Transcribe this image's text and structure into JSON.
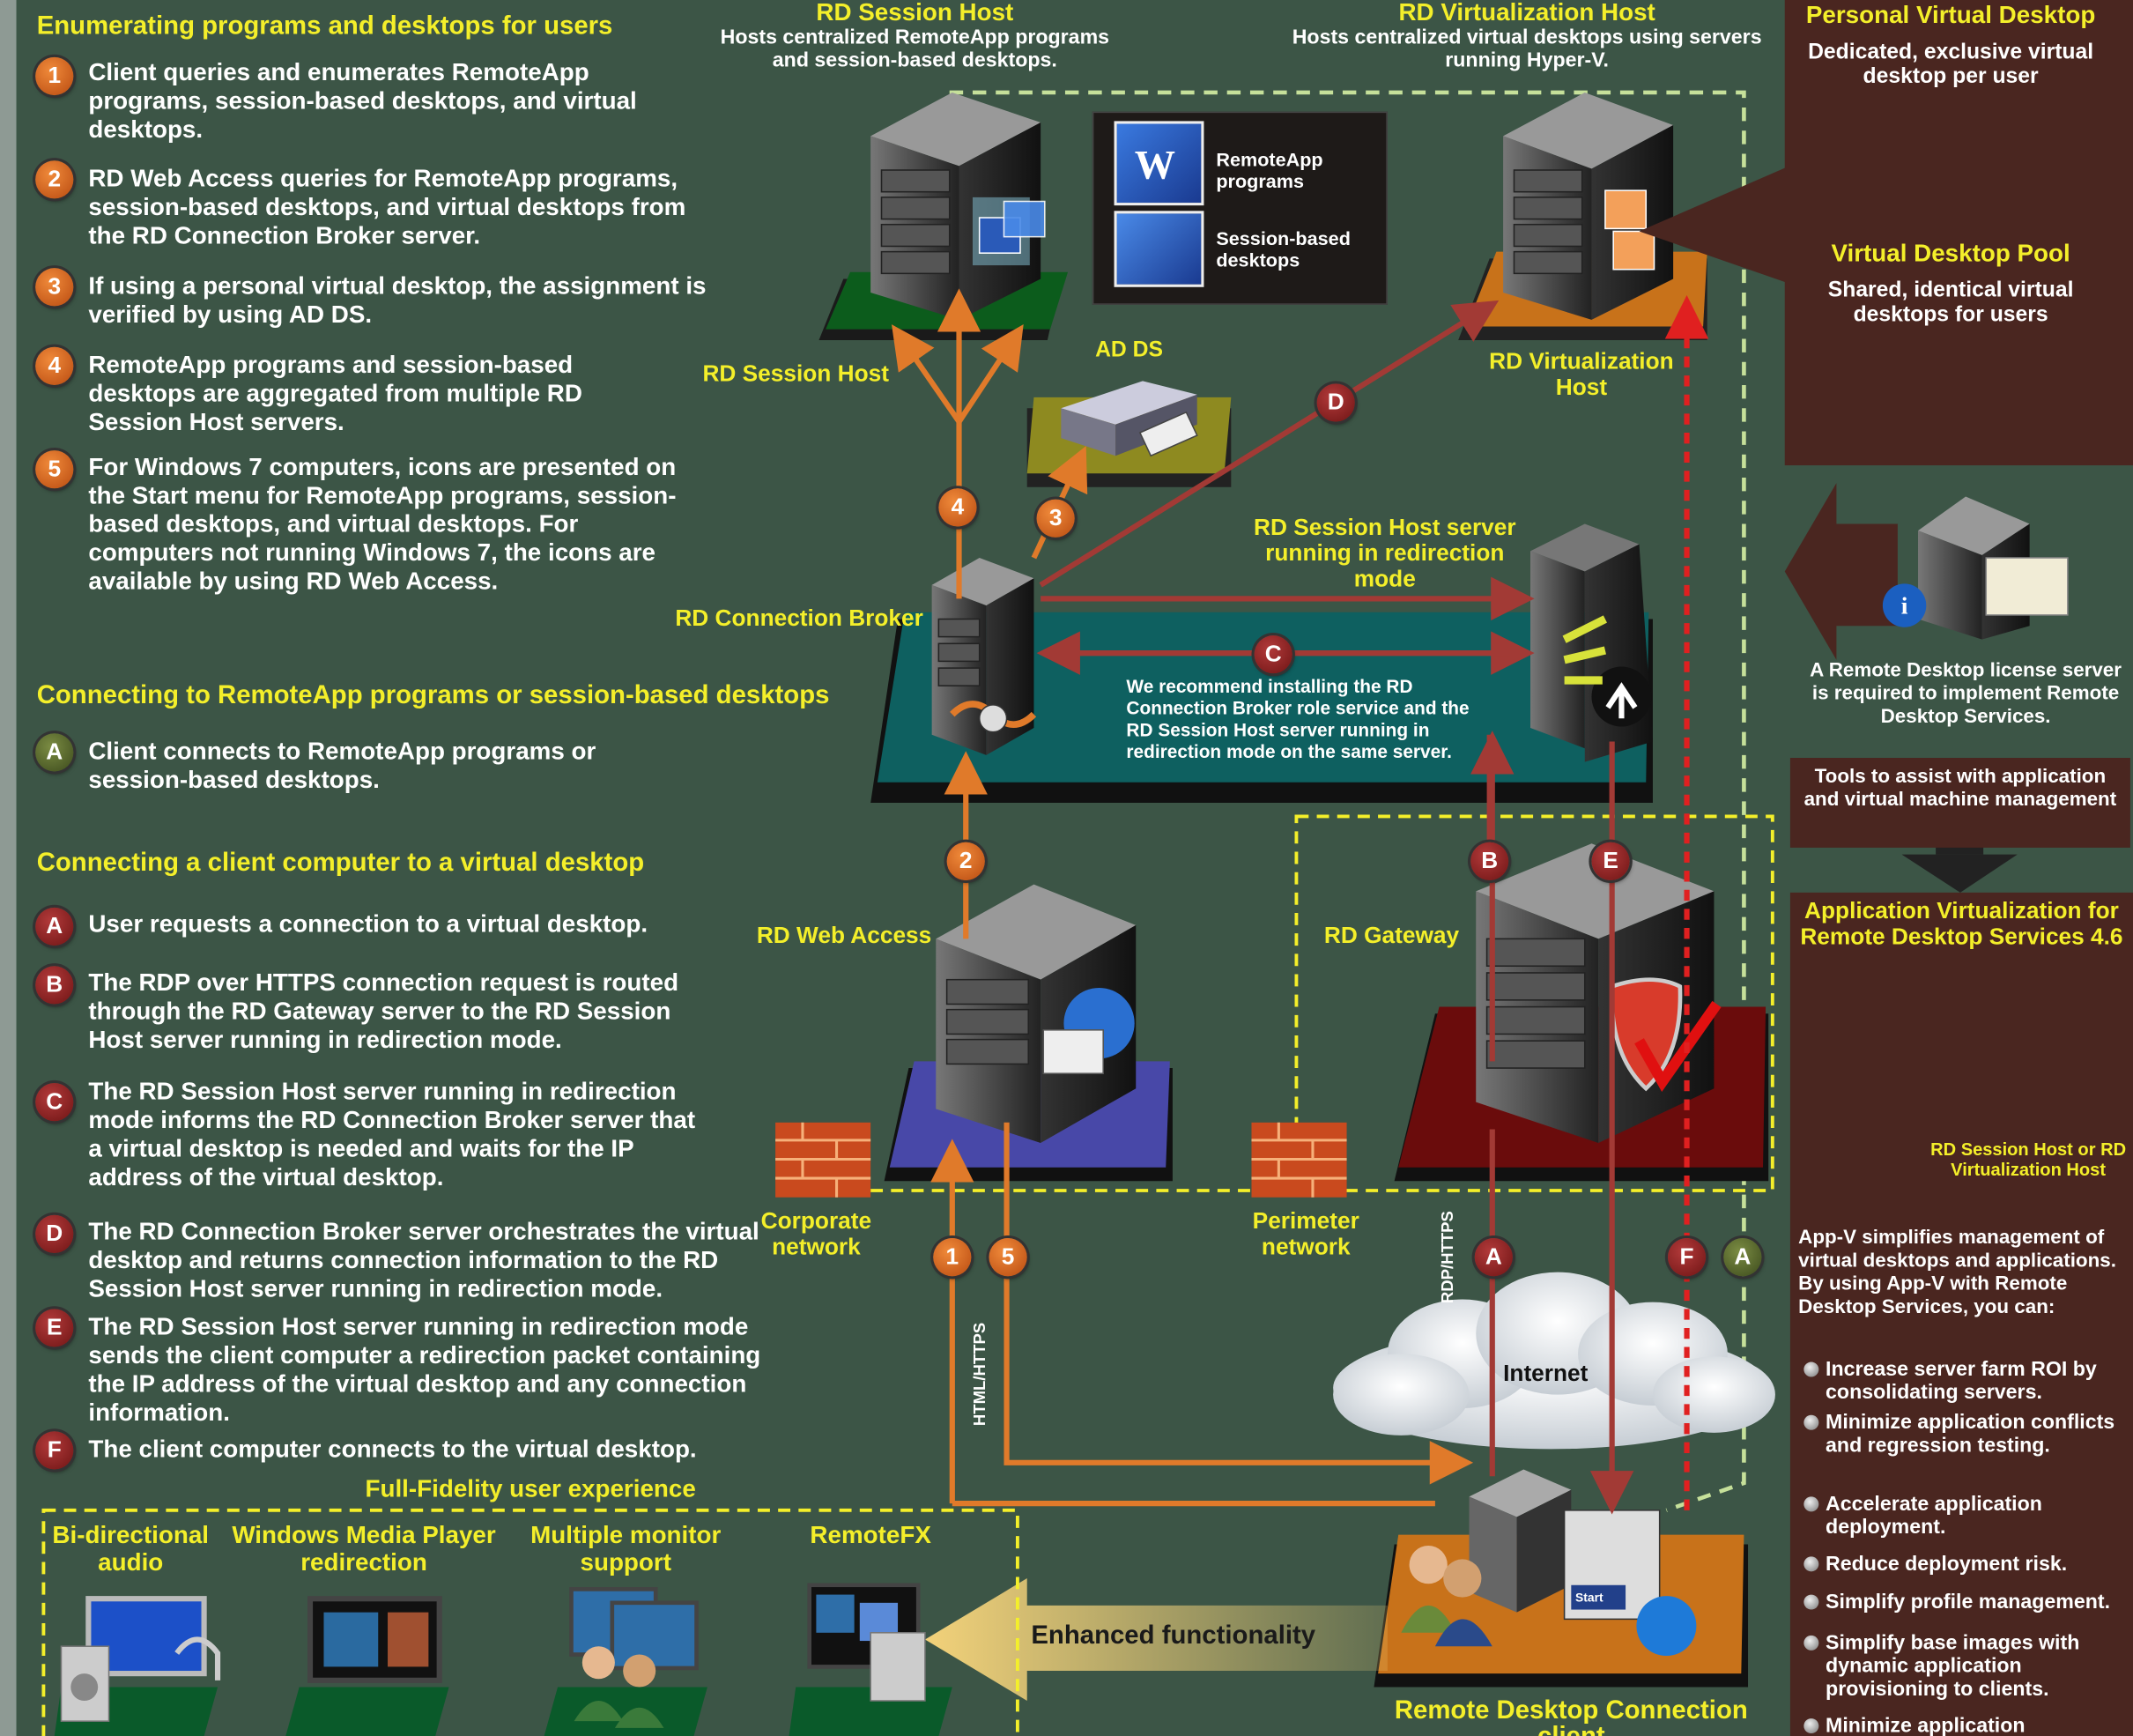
{
  "left": {
    "enum_header": "Enumerating programs and desktops for users",
    "enum_steps": [
      {
        "num": "1",
        "text": "Client queries and enumerates RemoteApp programs, session-based desktops, and virtual desktops."
      },
      {
        "num": "2",
        "text": "RD Web Access queries for RemoteApp programs, session-based desktops, and virtual desktops from the RD Connection Broker server."
      },
      {
        "num": "3",
        "text": "If using a personal virtual desktop, the assignment is verified by using AD DS."
      },
      {
        "num": "4",
        "text": "RemoteApp programs and session-based desktops are aggregated from multiple RD Session Host servers."
      },
      {
        "num": "5",
        "text": "For Windows 7 computers, icons are presented on the Start menu for RemoteApp programs, session-based desktops, and virtual desktops. For computers not running Windows 7, the icons are available by using RD Web Access."
      }
    ],
    "remoteapp_header": "Connecting to RemoteApp programs or session-based desktops",
    "remoteapp_step": {
      "num": "A",
      "text": "Client connects to RemoteApp programs or session-based desktops."
    },
    "vd_header": "Connecting a client computer to a virtual desktop",
    "vd_steps": [
      {
        "num": "A",
        "text": "User requests a connection to a virtual desktop."
      },
      {
        "num": "B",
        "text": "The RDP over HTTPS connection request is routed through the RD Gateway server to the RD Session Host server running in redirection mode."
      },
      {
        "num": "C",
        "text": "The RD Session Host server running in redirection mode informs the RD Connection Broker server that a virtual desktop is needed and waits for the IP address of the virtual desktop."
      },
      {
        "num": "D",
        "text": "The RD Connection Broker server orchestrates the virtual desktop and returns connection information to the RD Session Host server running in redirection mode."
      },
      {
        "num": "E",
        "text": "The RD Session Host server running in redirection mode sends the client computer a redirection packet containing the IP address of the virtual desktop and any connection information."
      },
      {
        "num": "F",
        "text": "The client computer connects to the virtual desktop."
      }
    ]
  },
  "fullfidelity": {
    "title": "Full-Fidelity user experience",
    "features": [
      "Bi-directional audio",
      "Windows Media Player redirection",
      "Multiple monitor support",
      "RemoteFX"
    ],
    "enhanced": "Enhanced functionality"
  },
  "diagram": {
    "session_host_top_title": "RD Session Host",
    "session_host_top_desc": "Hosts centralized RemoteApp programs and session-based desktops.",
    "virtualization_top_title": "RD Virtualization Host",
    "virtualization_top_desc": "Hosts centralized virtual desktops using servers running Hyper-V.",
    "remoteapp_programs": "RemoteApp programs",
    "session_based_desktops": "Session-based desktops",
    "session_host_label": "RD Session Host",
    "ad_ds_label": "AD DS",
    "virtualization_label": "RD Virtualization Host",
    "connection_broker_label": "RD Connection Broker",
    "redirection_label": "RD Session Host server running in redirection mode",
    "recommend_note": "We recommend installing the RD Connection Broker role service and the RD Session Host server running in redirection mode on the same server.",
    "web_access_label": "RD Web Access",
    "gateway_label": "RD Gateway",
    "corporate_network": "Corporate network",
    "perimeter_network": "Perimeter network",
    "internet": "Internet",
    "client_label": "Remote Desktop Connection client",
    "html_https": "HTML/HTTPS",
    "rdp_https": "RDP/HTTPS",
    "start_text": "Start",
    "markers": {
      "n1": "1",
      "n2": "2",
      "n3": "3",
      "n4": "4",
      "n5": "5",
      "A": "A",
      "B": "B",
      "C": "C",
      "D": "D",
      "E": "E",
      "F": "F"
    }
  },
  "right": {
    "personal_title": "Personal Virtual Desktop",
    "personal_desc": "Dedicated, exclusive  virtual desktop per user",
    "pool_title": "Virtual Desktop Pool",
    "pool_desc": "Shared, identical virtual desktops for users",
    "license_text": "A Remote Desktop license server is required to implement Remote Desktop Services.",
    "tools_text": "Tools to assist with application and virtual machine management",
    "appv_title": "Application Virtualization for Remote Desktop Services 4.6",
    "appv_host_label": "RD Session Host or RD Virtualization Host",
    "appv_intro": "App-V simplifies management of virtual desktops and applications. By using App-V with Remote Desktop Services, you can:",
    "appv_bullets": [
      "Increase server farm ROI by consolidating servers.",
      "Minimize application conflicts and regression testing.",
      "Accelerate application deployment.",
      "Reduce deployment risk.",
      "Simplify profile management.",
      "Simplify base images with dynamic application provisioning to clients.",
      "Minimize application"
    ]
  },
  "colors": {
    "background": "#3c5546",
    "accent_yellow": "#f4ef2a",
    "panel": "#4a2620",
    "arrow_orange": "#e07a2a",
    "arrow_red": "#a23a35"
  }
}
